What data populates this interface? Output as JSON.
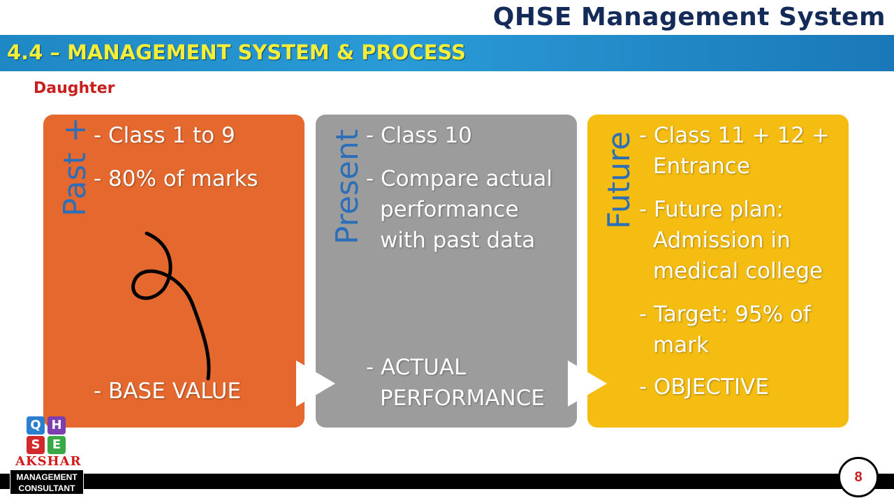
{
  "header": {
    "brand_title": "QHSE Management System",
    "section_title": "4.4 – MANAGEMENT SYSTEM & PROCESS"
  },
  "subject": "Daughter",
  "panels": {
    "past": {
      "label": "Past +",
      "lines": [
        "- Class 1 to 9",
        "- 80% of marks"
      ],
      "bottom": "- BASE VALUE",
      "color": "#e5692e"
    },
    "present": {
      "label": "Present",
      "line1": "-  Class 10",
      "line2": [
        "- Compare actual",
        "performance",
        "with past data"
      ],
      "bottom": [
        "- ACTUAL",
        "PERFORMANCE"
      ],
      "color": "#9c9c9c"
    },
    "future": {
      "label": "Future",
      "line1": [
        "- Class 11 + 12 +",
        "Entrance"
      ],
      "line2": [
        "- Future plan:",
        "Admission in",
        "medical college"
      ],
      "line3": [
        "- Target: 95% of",
        "mark"
      ],
      "bottom": "- OBJECTIVE",
      "color": "#f5bd12"
    }
  },
  "logo": {
    "tiles": [
      "Q",
      "H",
      "S",
      "E"
    ],
    "name": "AKSHAR",
    "line1": "MANAGEMENT",
    "line2": "CONSULTANT"
  },
  "page_number": "8",
  "colors": {
    "title": "#142b5a",
    "section_text": "#f3ee3a",
    "subject": "#c81e1e",
    "vertical_label": "#2c6fb8"
  }
}
